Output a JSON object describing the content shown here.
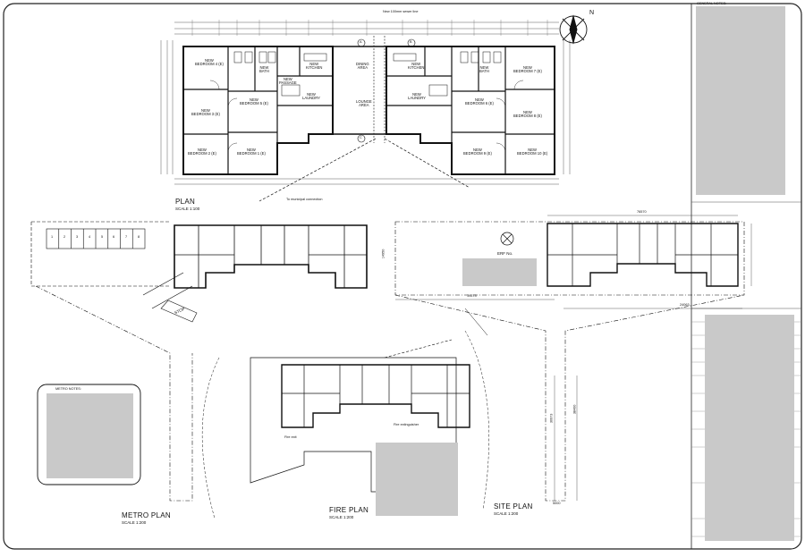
{
  "sheet": {
    "border_color": "#222222",
    "redaction_color": "#c9c9c9"
  },
  "titles": {
    "plan": "PLAN",
    "plan_scale": "SCALE 1:100",
    "metro_plan": "METRO PLAN",
    "metro_scale": "SCALE 1:200",
    "fire_plan": "FIRE PLAN",
    "fire_scale": "SCALE 1:200",
    "site_plan": "SITE PLAN",
    "site_scale": "SCALE 1:200"
  },
  "main_plan": {
    "rooms": [
      {
        "id": "bed4",
        "name": "NEW",
        "sub": "BEDROOM 4 (E)"
      },
      {
        "id": "bed3",
        "name": "NEW",
        "sub": "BEDROOM 3 (E)"
      },
      {
        "id": "bed2",
        "name": "NEW",
        "sub": "BEDROOM 2 (E)"
      },
      {
        "id": "bed5",
        "name": "NEW",
        "sub": "BEDROOM 5 (E)"
      },
      {
        "id": "bed1",
        "name": "NEW",
        "sub": "BEDROOM 1 (E)"
      },
      {
        "id": "kitchen_l",
        "name": "NEW",
        "sub": "KITCHEN"
      },
      {
        "id": "passage",
        "name": "NEW",
        "sub": "PASSAGE"
      },
      {
        "id": "laundry_l",
        "name": "NEW",
        "sub": "LAUNDRY"
      },
      {
        "id": "dining",
        "name": "DINING",
        "sub": "AREA"
      },
      {
        "id": "lounge",
        "name": "LOUNGE",
        "sub": "AREA"
      },
      {
        "id": "kitchen_r",
        "name": "NEW",
        "sub": "KITCHEN"
      },
      {
        "id": "laundry_r",
        "name": "NEW",
        "sub": "LAUNDRY"
      },
      {
        "id": "bed6",
        "name": "NEW",
        "sub": "BEDROOM 6 (E)"
      },
      {
        "id": "bed7",
        "name": "NEW",
        "sub": "BEDROOM 7 (E)"
      },
      {
        "id": "bed8",
        "name": "NEW",
        "sub": "BEDROOM 8 (E)"
      },
      {
        "id": "bed9",
        "name": "NEW",
        "sub": "BEDROOM 9 (E)"
      },
      {
        "id": "bed10",
        "name": "NEW",
        "sub": "BEDROOM 10 (E)"
      },
      {
        "id": "bath_l",
        "name": "NEW",
        "sub": "BATH"
      },
      {
        "id": "bath_r",
        "name": "NEW",
        "sub": "BATH"
      }
    ],
    "note_sewer": "New 100mm sewer line",
    "note_connection": "To municipal connection",
    "section_a": "A",
    "section_b": "B",
    "section_c": "C"
  },
  "metro_plan": {
    "parking_bays": [
      "1",
      "2",
      "3",
      "4",
      "5",
      "6",
      "7",
      "8"
    ],
    "stop_label": "STOP",
    "notes_title": "METRO NOTES:"
  },
  "fire_plan": {
    "note_1": "Fire exit",
    "note_2": "Fire extinguisher"
  },
  "site_plan": {
    "erf_label": "ERF No.",
    "dim_top": "76570",
    "dim_left": "14950",
    "dim_bottom": "19573",
    "dim_right": "24063",
    "dim_vert_1": "30973",
    "dim_vert_2": "38400",
    "dim_small": "5000"
  },
  "title_block": {
    "general_notes": "GENERAL NOTES:"
  }
}
